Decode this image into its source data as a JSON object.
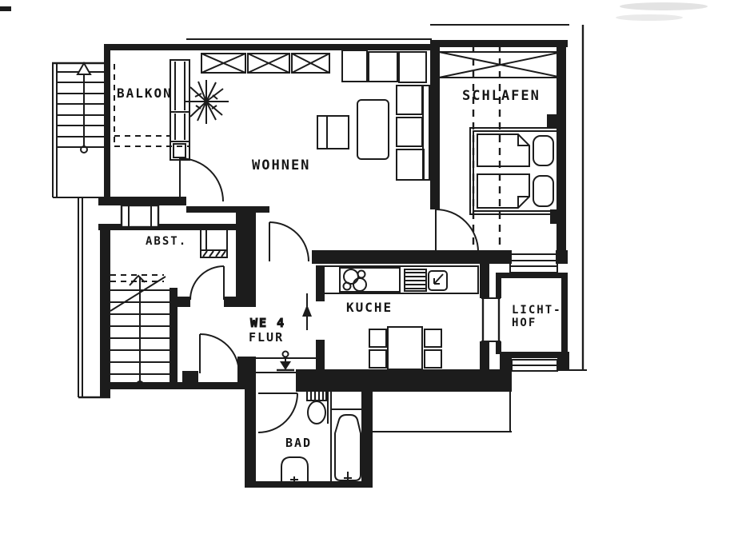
{
  "document": {
    "kind": "scanned architectural floor plan",
    "ink_color": "#1c1c1c",
    "paper_color": "#ffffff"
  },
  "unit": {
    "label": "WE 4"
  },
  "rooms": {
    "balkon": {
      "label": "BALKON"
    },
    "wohnen": {
      "label": "WOHNEN"
    },
    "schlafen": {
      "label": "SCHLAFEN"
    },
    "abst": {
      "label": "ABST."
    },
    "flur": {
      "label": "FLUR"
    },
    "kueche": {
      "label": "KUCHE"
    },
    "lichthof": {
      "label_line1": "LICHT-",
      "label_line2": "HOF"
    },
    "bad": {
      "label": "BAD"
    }
  },
  "fixtures": {
    "wohnen": [
      "triple-window",
      "sideboard",
      "corner-sofa",
      "couch-table",
      "armchair",
      "plant"
    ],
    "schlafen": [
      "window",
      "double-bed",
      "two-pillows",
      "attic-dashed-lines"
    ],
    "kueche": [
      "stove-four-burners",
      "sink-with-drainer",
      "dining-table",
      "four-chairs"
    ],
    "bad": [
      "toilet",
      "washbasin",
      "bathtub"
    ],
    "abst": [
      "appliance"
    ],
    "stairs": [
      "exterior-stair-with-up-arrow",
      "interior-stair-with-break-line"
    ],
    "flur": [
      "direction-arrow",
      "entrance-marker"
    ]
  }
}
